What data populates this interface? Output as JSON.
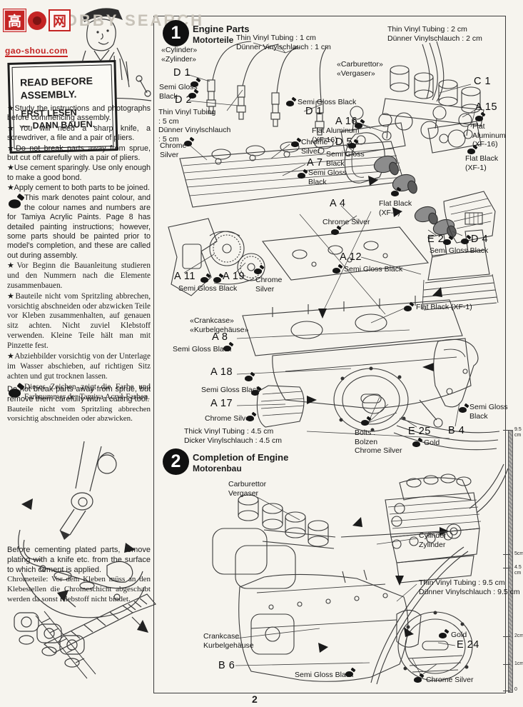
{
  "watermark": {
    "char_left": "高",
    "char_right": "网",
    "url": "gao-shou.com",
    "ghost_text": "HOBBY SEARCH"
  },
  "sign": {
    "en": "READ BEFORE\nASSEMBLY.",
    "de": "ERST LESEN\n— DANN BAUEN."
  },
  "intro": {
    "en": [
      "★Study the instructions and photographs before commencing assembly.",
      "★You will need a sharp knife, a screwdriver, a file and a pair of pliers.",
      "★Do not break parts away from sprue, but cut off carefully with a pair of pliers.",
      "★Use cement sparingly. Use only enough to make a good bond.",
      "★Apply cement to both parts to be joined."
    ],
    "paint_mark_en": "This mark denotes paint colour, and the colour names and numbers are for Tamiya Acrylic Paints. Page 8 has detailed painting instructions; however, some parts should be painted prior to model's completion, and these are called out during assembly.",
    "de": [
      "★Vor Beginn die Bauanleitung studieren und den Nummern nach die Elemente zusammenbauen.",
      "★Bauteile nicht vom Spritzling abbrechen, vorsichtig abschneiden oder abzwicken Teile vor Kleben zusammenhalten, auf genauen sitz achten. Nicht zuviel Klebstoff verwenden. Kleine Teile hält man mit Pinzette fest.",
      "★Abziehbilder vorsichtig von der Unterlage im Wasser abschieben, auf richtigen Sitz achten und gut trocknen lassen."
    ],
    "paint_mark_de": "Dieses Zeichen zeigt die Farbe und Farbnummer der Tamiya Acryl-Farben."
  },
  "sprue_note": {
    "en": "Do not break parts away from sprue, but remove them carefully with a cutting tool.",
    "de": "Bauteile nicht vom Spritzling abbrechen vorsichtig abschneiden oder abzwicken."
  },
  "plating_note": {
    "en": "Before cementing plated parts, remove plating with a knife etc. from the surface to which cement is applied.",
    "de": "Chrometeile: Vor dem Kleben müss an den Klebestellen die Chromeschicht abgeschabt werden da sonst Klebstoff nicht bindet."
  },
  "step1": {
    "number": "1",
    "title": "Engine Parts",
    "subtitle": "Motorteile",
    "labels": {
      "cylinder_hdr": "«Cylinder»\n«Zylinder»",
      "tubing_1cm": "Thin Vinyl Tubing : 1 cm\nDünner Vinylschlauch : 1 cm",
      "tubing_2cm": "Thin Vinyl Tubing : 2 cm\nDünner Vinylschlauch : 2 cm",
      "tubing_5cm": "Thin Vinyl Tubing\n: 5 cm\nDünner Vinylschlauch\n: 5 cm",
      "thick_tubing": "Thick Vinyl Tubing : 4.5 cm\nDicker Vinylschlauch : 4.5 cm",
      "carb_hdr": "«Carburettor»\n«Vergaser»",
      "crank_hdr": "«Crankcase»\n«Kurbelgehäuse»",
      "d1_left": "D 1",
      "d1_left_paint": "Semi Gloss\nBlack",
      "d2": "D 2",
      "chrome_left": "Chrome\nSilver",
      "sgb_top": "Semi Gloss Black",
      "d1_right": "D 1",
      "c1": "C 1",
      "a15": "A 15",
      "flat_alu_r": "Flat\nAluminum\n(XF-16)",
      "flat_black_r": "Flat Black\n(XF-1)",
      "a16": "A 16",
      "flat_alu_l": "Flat Aluminum\n(XF-16)",
      "d5": "D 5",
      "sgb_d5": "Semi Gloss\nBlack",
      "chrome_mid": "Chrome\nSilver",
      "a7": "A 7",
      "sgb_a7": "Semi Gloss\nBlack",
      "flat_black_m": "Flat Black\n(XF-1)",
      "a4": "A 4",
      "chrome_a4": "Chrome Silver",
      "e2": "E 2",
      "d4": "D 4",
      "sgb_e2": "Semi Gloss Black",
      "a12": "A 12",
      "sgb_a12": "Semi Gloss Black",
      "a11": "A 11",
      "a19": "A 19",
      "sgb_a11": "Semi Gloss Black",
      "chrome_a19": "Chrome\nSilver",
      "flat_black_cc": "Flat Black (XF-1)",
      "a8": "A 8",
      "sgb_a8": "Semi Gloss Black",
      "a18": "A 18",
      "sgb_a18": "Semi Gloss Black",
      "a17": "A 17",
      "chrome_a17": "Chrome Silver",
      "bolts": "Bolts :\nBolzen\nChrome Silver",
      "e25": "E 25",
      "gold": "Gold",
      "b4": "B 4",
      "sgb_b4": "Semi Gloss\nBlack"
    }
  },
  "step2": {
    "number": "2",
    "title": "Completion of Engine",
    "subtitle": "Motorenbau",
    "labels": {
      "carb": "Carburettor\nVergaser",
      "cylinder": "Cylinder\nZylinder",
      "tubing_95": "Thin Vinyl Tubing : 9.5 cm\nDünner Vinylschlauch : 9.5 cm",
      "crankcase": "Crankcase\nKurbelgehäuse",
      "b6": "B 6",
      "sgb_b6": "Semi Gloss Black",
      "gold": "Gold",
      "e24": "E 24",
      "chrome": "Chrome Silver"
    }
  },
  "ruler": {
    "marks": [
      "9.5\ncm",
      "5cm",
      "4.5\ncm",
      "2cm",
      "1cm",
      "0"
    ]
  },
  "page_number": "2"
}
